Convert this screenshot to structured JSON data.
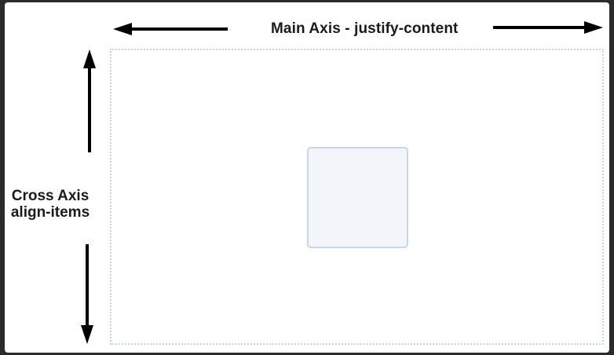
{
  "main_axis": {
    "label": "Main Axis - justify-content"
  },
  "cross_axis": {
    "label_line1": "Cross Axis",
    "label_line2": "align-items"
  },
  "colors": {
    "background": "#2b2b2b",
    "panel": "#ffffff",
    "arrow": "#000000",
    "container_border": "#c5d6e2",
    "item_fill": "#f2f5f9",
    "item_border": "#c7d7e6"
  }
}
